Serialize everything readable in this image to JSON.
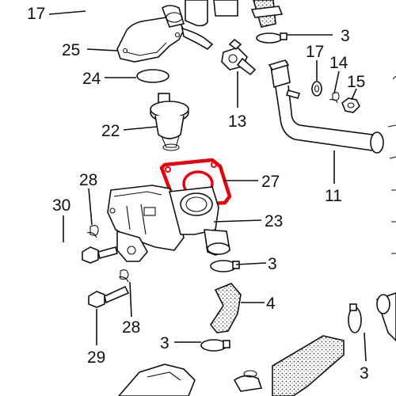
{
  "diagram": {
    "callouts": [
      {
        "id": "17a",
        "text": "17"
      },
      {
        "id": "25",
        "text": "25"
      },
      {
        "id": "24",
        "text": "24"
      },
      {
        "id": "22",
        "text": "22"
      },
      {
        "id": "13",
        "text": "13"
      },
      {
        "id": "3a",
        "text": "3"
      },
      {
        "id": "17b",
        "text": "17"
      },
      {
        "id": "14",
        "text": "14"
      },
      {
        "id": "15",
        "text": "15"
      },
      {
        "id": "11",
        "text": "11"
      },
      {
        "id": "27",
        "text": "27"
      },
      {
        "id": "23",
        "text": "23"
      },
      {
        "id": "28a",
        "text": "28"
      },
      {
        "id": "30",
        "text": "30"
      },
      {
        "id": "3b",
        "text": "3"
      },
      {
        "id": "4",
        "text": "4"
      },
      {
        "id": "28b",
        "text": "28"
      },
      {
        "id": "29",
        "text": "29"
      },
      {
        "id": "3c",
        "text": "3"
      },
      {
        "id": "3d",
        "text": "3"
      }
    ],
    "highlight_color": "#e8000d"
  }
}
